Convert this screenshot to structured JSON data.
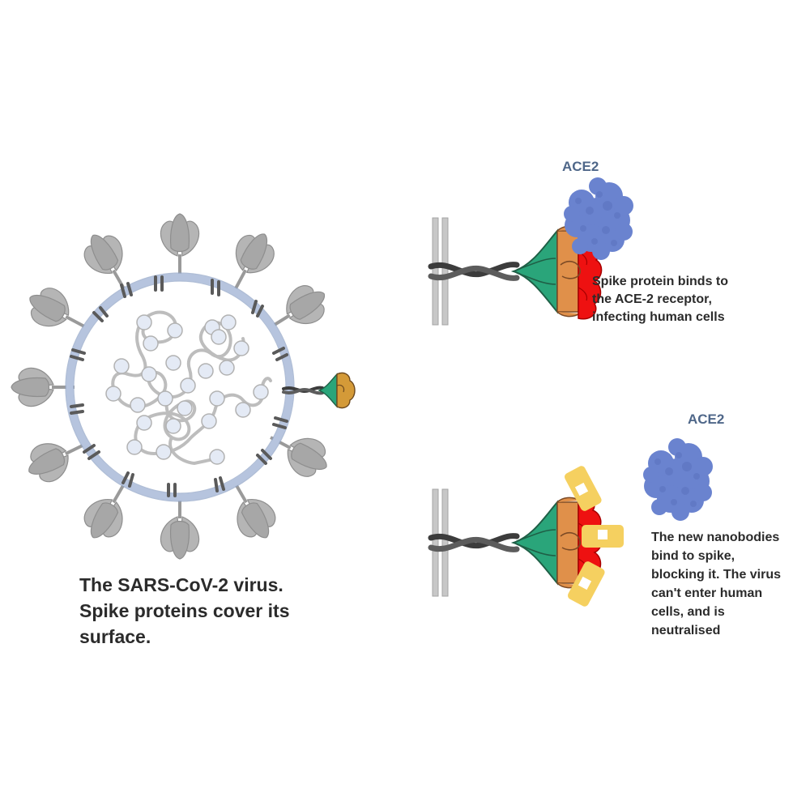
{
  "labels": {
    "ace2_top": "ACE2",
    "ace2_bottom": "ACE2"
  },
  "captions": {
    "virus": [
      "The SARS-CoV-2 virus.",
      "Spike proteins cover its",
      "surface."
    ],
    "binding": [
      "Spike protein binds to",
      "the ACE-2 receptor,",
      "infecting human cells"
    ],
    "neutralised": [
      "The new nanobodies",
      "bind to spike,",
      "blocking it. The virus",
      "can't enter human",
      "cells, and is",
      "neutralised"
    ]
  },
  "colors": {
    "ace2_label": "#4f6789",
    "ace2_protein": "#6a83cf",
    "spike_grey": "#b3b3b3",
    "spike_green": "#2aa57a",
    "spike_orange": "#e0904a",
    "spike_red": "#ee1111",
    "spike_gold": "#d49a38",
    "nanobody": "#f5d060",
    "membrane_blue": "#aebfdc",
    "membrane_dark": "#595959",
    "rna": "#bdbdbd",
    "rna_bead": "#e4eaf5"
  }
}
